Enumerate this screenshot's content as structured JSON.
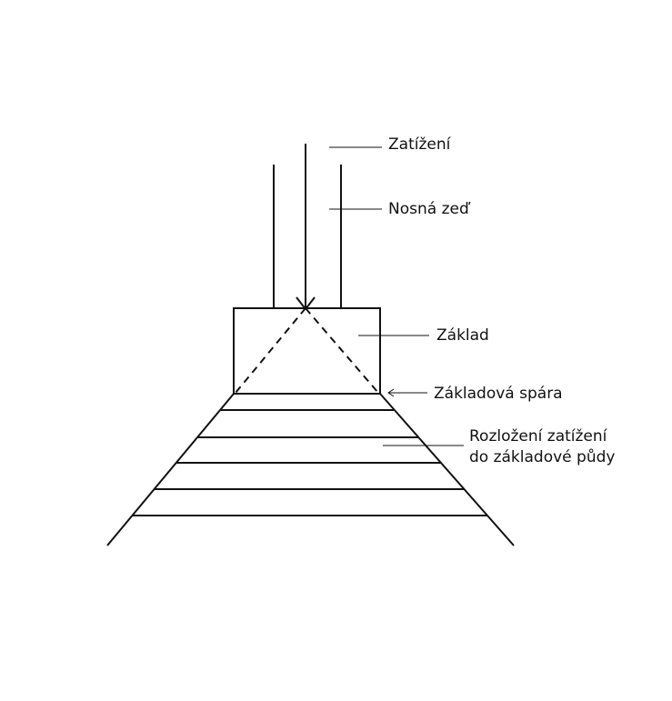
{
  "labels": {
    "load": "Zatížení",
    "wall": "Nosná zeď",
    "foundation": "Základ",
    "footing_joint": "Základová spára",
    "distribution_line1": "Rozložení zatížení",
    "distribution_line2": "do základové půdy"
  },
  "colors": {
    "line": "#111111",
    "background": "#ffffff"
  }
}
